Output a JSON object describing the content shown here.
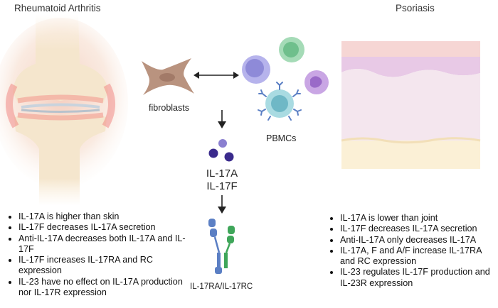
{
  "titles": {
    "left": "Rheumatoid Arthritis",
    "right": "Psoriasis"
  },
  "labels": {
    "fibroblasts": "fibroblasts",
    "pbmcs": "PBMCs",
    "cytokine_a": "IL-17A",
    "cytokine_f": "IL-17F",
    "receptor": "IL-17RA/IL-17RC"
  },
  "ra_findings": [
    "IL-17A is higher than skin",
    "IL-17F decreases IL-17A secretion",
    "Anti-IL-17A decreases both IL-17A and IL-17F",
    "IL-17F increases IL-17RA and RC expression",
    "IL-23 have no effect on IL-17A production nor IL-17R expression"
  ],
  "psoriasis_findings": [
    "IL-17A is lower than joint",
    "IL-17F decreases IL-17A secretion",
    "Anti-IL-17A only decreases IL-17A",
    "IL-17A, F and A/F increase IL-17RA and RC expression",
    "IL-23 regulates IL-17F production and IL-23R expression"
  ],
  "colors": {
    "fibroblast": "#b9937f",
    "pbmc_purple": "#9e9be0",
    "pbmc_green": "#7fc89a",
    "pbmc_violet": "#b48ad6",
    "pbmc_teal": "#8ccdd6",
    "receptor_blue": "#5b7fc4",
    "receptor_green": "#3fa65a",
    "cytokine_dark": "#3a2a8c"
  }
}
